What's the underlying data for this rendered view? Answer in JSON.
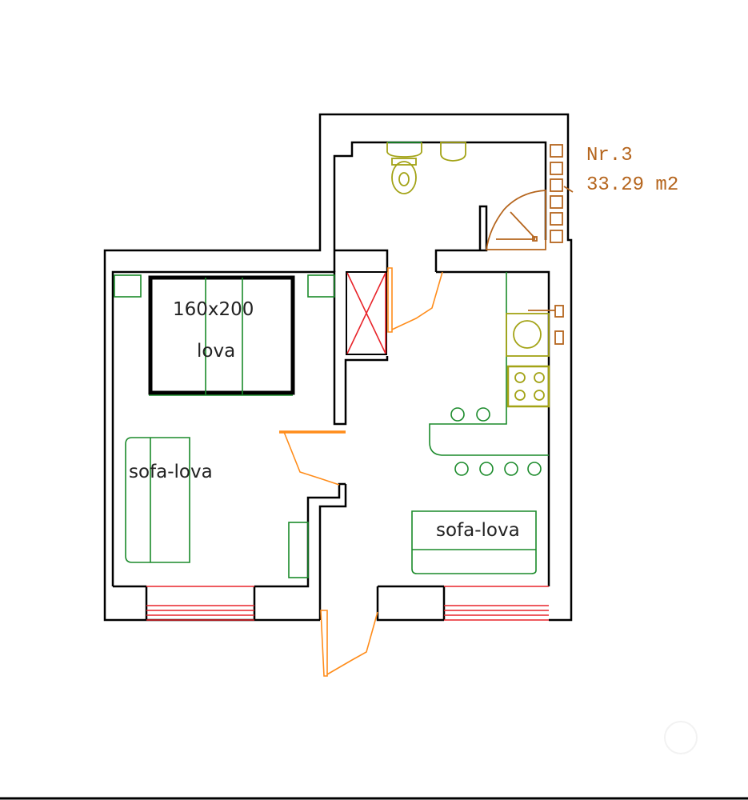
{
  "plan": {
    "unit_number": "Nr.3",
    "area": "33.29  m2",
    "bed_size": "160x200",
    "bed_label": "lova",
    "sofa_left_label": "sofa-lova",
    "sofa_right_label": "sofa-lova"
  },
  "colors": {
    "wall": "#000000",
    "furniture": "#1a8a2a",
    "fixtures": "#a3a316",
    "doors": "#ff8c1a",
    "windows": "#e8242a",
    "annotation": "#b5651d"
  }
}
